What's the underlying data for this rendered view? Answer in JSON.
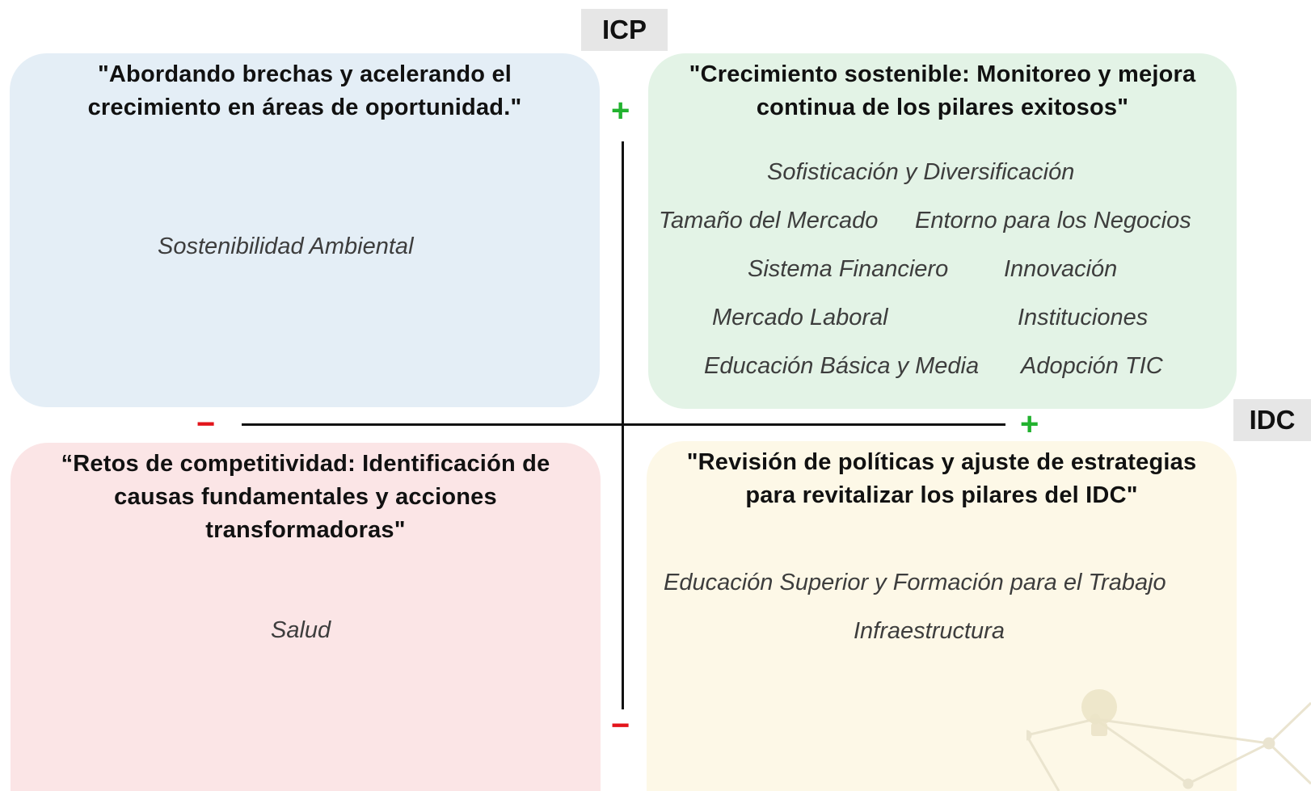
{
  "axes": {
    "vertical_label": "ICP",
    "horizontal_label": "IDC",
    "positive_symbol": "+",
    "negative_symbol": "−"
  },
  "quadrants": {
    "top_left": {
      "title": "\"Abordando brechas y acelerando el\ncrecimiento en áreas de oportunidad.\"",
      "pillars": [
        "Sostenibilidad Ambiental"
      ],
      "color": "#e4eef6"
    },
    "top_right": {
      "title": "\"Crecimiento sostenible: Monitoreo y mejora\ncontinua de los pilares exitosos\"",
      "pillars": [
        "Sofisticación y Diversificación",
        "Tamaño del Mercado",
        "Entorno para los Negocios",
        "Sistema Financiero",
        "Innovación",
        "Mercado Laboral",
        "Instituciones",
        "Educación Básica y Media",
        "Adopción TIC"
      ],
      "color": "#e3f3e6"
    },
    "bottom_left": {
      "title": "“Retos de competitividad: Identificación de\ncausas fundamentales y acciones\ntransformadoras\"",
      "pillars": [
        "Salud"
      ],
      "color": "#fbe5e6"
    },
    "bottom_right": {
      "title": "\"Revisión de políticas y ajuste de estrategias\npara revitalizar los pilares del IDC\"",
      "pillars": [
        "Educación Superior y Formación para el Trabajo",
        "Infraestructura"
      ],
      "color": "#fdf8e7"
    }
  },
  "colors": {
    "plus": "#22b22f",
    "minus": "#e3141b",
    "axis_line": "#111111"
  }
}
